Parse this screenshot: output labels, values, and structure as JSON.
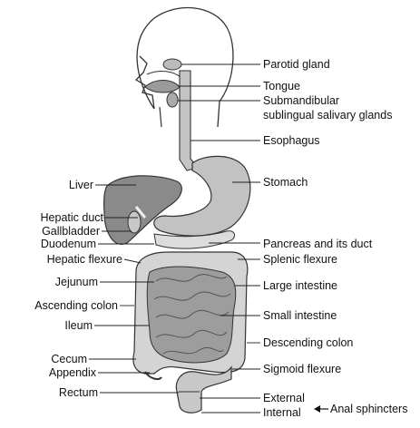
{
  "labels": {
    "parotid_gland": "Parotid gland",
    "tongue": "Tongue",
    "submandibular": "Submandibular",
    "sublingual": "sublingual salivary glands",
    "esophagus": "Esophagus",
    "stomach": "Stomach",
    "liver": "Liver",
    "hepatic_duct": "Hepatic duct",
    "gallbladder": "Gallbladder",
    "duodenum": "Duodenum",
    "hepatic_flexure": "Hepatic flexure",
    "pancreas": "Pancreas and its duct",
    "splenic_flexure": "Splenic flexure",
    "jejunum": "Jejunum",
    "large_intestine": "Large intestine",
    "ascending_colon": "Ascending colon",
    "small_intestine": "Small intestine",
    "ileum": "Ileum",
    "descending_colon": "Descending colon",
    "cecum": "Cecum",
    "appendix": "Appendix",
    "sigmoid_flexure": "Sigmoid flexure",
    "rectum": "Rectum",
    "external": "External",
    "internal": "Internal",
    "anal_sphincters": "Anal sphincters"
  },
  "colors": {
    "outline": "#333333",
    "organ_fill": "#b5b5b5",
    "organ_dark": "#7a7a7a",
    "colon_fill": "#d0d0d0",
    "background": "#ffffff"
  }
}
